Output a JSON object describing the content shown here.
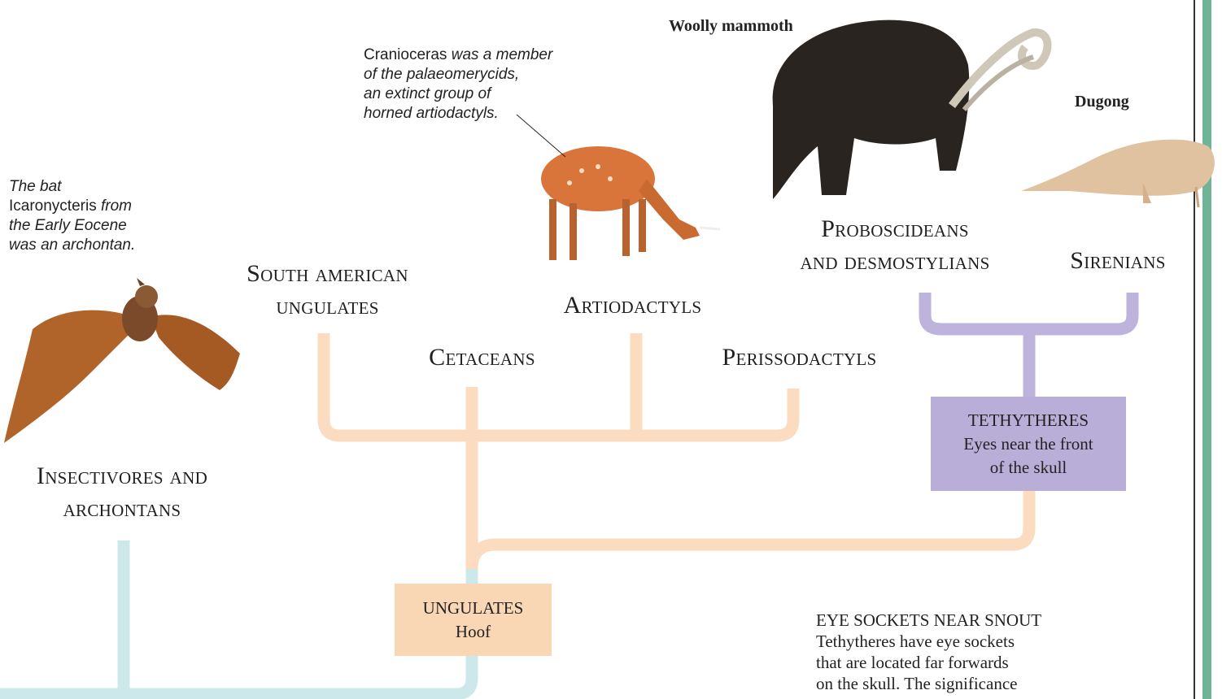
{
  "colors": {
    "ungulate_branch": "#fbdcc0",
    "tethythere_branch": "#bdb3dc",
    "base_branch": "#cde8ea",
    "tethythere_box": "#b8aed8",
    "ungulate_box": "#f9d6b4",
    "side_stripe": "#6fb496"
  },
  "groups": {
    "insectivores": [
      "Insectivores and",
      "archontans"
    ],
    "south_american": [
      "South american",
      "ungulates"
    ],
    "artiodactyls": "Artiodactyls",
    "cetaceans": "Cetaceans",
    "perissodactyls": "Perissodactyls",
    "proboscideans": [
      "Proboscideans",
      "and desmostylians"
    ],
    "sirenians": "Sirenians"
  },
  "captions": {
    "bat": {
      "line1": "The bat",
      "name": "Icaronycteris",
      "line2_rest": " from",
      "line3": "the Early Eocene",
      "line4": "was an archontan."
    },
    "cranioceras": {
      "name": "Cranioceras",
      "line1_rest": " was a member",
      "line2": "of the palaeomerycids,",
      "line3": "an extinct group of",
      "line4": "horned artiodactyls."
    }
  },
  "animal_labels": {
    "mammoth": "Woolly mammoth",
    "dugong": "Dugong"
  },
  "boxes": {
    "tethytheres": {
      "title": "TETHYTHERES",
      "line1": "Eyes near the front",
      "line2": "of the skull"
    },
    "ungulates": {
      "title": "UNGULATES",
      "line1": "Hoof"
    }
  },
  "note": {
    "heading": "EYE SOCKETS NEAR SNOUT",
    "lines": [
      "Tethytheres have eye sockets",
      "that are located far forwards",
      "on the skull. The significance"
    ]
  },
  "icons": [
    "bat-illustration-icon",
    "deer-illustration-icon",
    "mammoth-illustration-icon",
    "dugong-illustration-icon"
  ]
}
